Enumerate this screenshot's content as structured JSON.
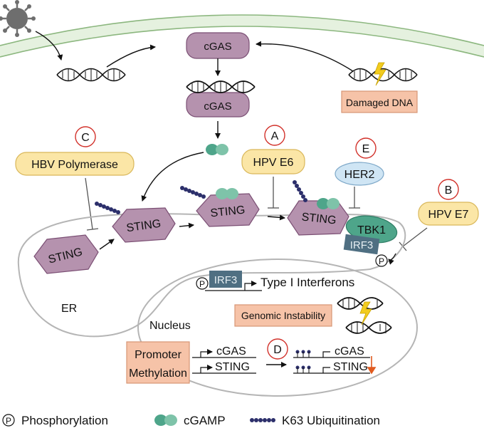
{
  "labels": {
    "cgas_top": "cGAS",
    "cgas_bound": "cGAS",
    "damaged_dna": "Damaged DNA",
    "hbv_polymerase": "HBV Polymerase",
    "hpv_e6": "HPV E6",
    "hpv_e7": "HPV E7",
    "her2": "HER2",
    "sting_1": "STING",
    "sting_2": "STING",
    "sting_3": "STING",
    "sting_4": "STING",
    "tbk1": "TBK1",
    "irf3_cyto": "IRF3",
    "irf3_nucleus": "IRF3",
    "type1_ifn": "Type I Interferons",
    "er": "ER",
    "nucleus": "Nucleus",
    "genomic_instability": "Genomic Instability",
    "promoter_methylation_1": "Promoter",
    "promoter_methylation_2": "Methylation",
    "gene_cgas_1": "cGAS",
    "gene_sting_1": "STING",
    "gene_cgas_2": "cGAS",
    "gene_sting_2": "STING",
    "phospho_symbol": "P",
    "phospho_symbol_2": "P"
  },
  "markers": {
    "A": "A",
    "B": "B",
    "C": "C",
    "D": "D",
    "E": "E"
  },
  "legend": {
    "p_symbol": "P",
    "phosphorylation": "Phosphorylation",
    "cgamp": "cGAMP",
    "k63": "K63 Ubiquitination"
  },
  "colors": {
    "purple_fill": "#b592ae",
    "purple_stroke": "#7b4f74",
    "yellow_fill": "#fbe6a6",
    "yellow_stroke": "#d9b75a",
    "salmon_fill": "#f6c3a8",
    "salmon_stroke": "#d79575",
    "green_fill": "#4ea58a",
    "teal_fill": "#7ec3a9",
    "blue_fill": "#cfe5f4",
    "blue_stroke": "#7fa9c9",
    "irf3_fill": "#4f6f82",
    "membrane_fill": "#e5f1df",
    "membrane_stroke": "#8cb77f",
    "marker_red": "#d2322b",
    "ubiquitin": "#2c2f6b",
    "down_arrow": "#e05a1f"
  }
}
